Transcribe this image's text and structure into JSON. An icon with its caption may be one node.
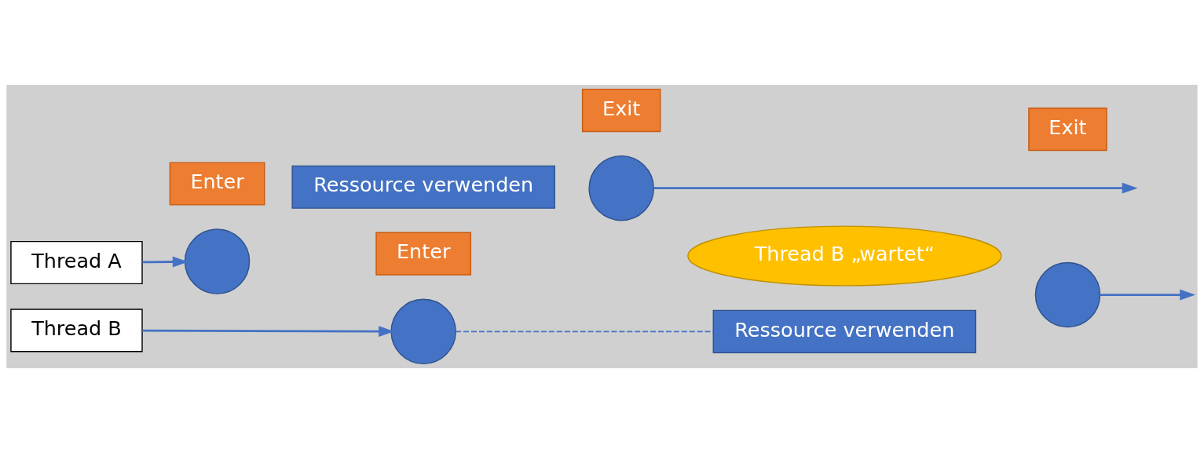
{
  "diagram": {
    "nodes": [
      {
        "text": [
          "Enter"
        ]
      },
      {
        "text": [
          "Exit"
        ]
      },
      {
        "text": [
          "Thread A"
        ]
      },
      {
        "text": [],
        "shape": "circle"
      },
      {
        "text": [
          "Ressource verwenden"
        ]
      },
      {
        "text": [],
        "shape": "circle"
      },
      {
        "text": [
          "Enter"
        ]
      },
      {
        "text": [
          "Exit"
        ]
      },
      {
        "text": [
          "Thread B"
        ]
      },
      {
        "text": [],
        "shape": "circle"
      },
      {
        "text": [
          "Ressource verwenden"
        ]
      },
      {
        "text": [],
        "shape": "circle"
      },
      {
        "text": [
          "Thread B „wartet“"
        ]
      }
    ],
    "edges": [
      {
        "from": 2,
        "to": 3,
        "arrow": "to"
      },
      {
        "from": 5,
        "to": null,
        "arrow": "to"
      },
      {
        "from": 8,
        "to": 9,
        "arrow": "to"
      },
      {
        "from": 9,
        "to": 10,
        "arrow": "none",
        "style": "dashed"
      },
      {
        "from": 11,
        "to": null,
        "arrow": "to"
      }
    ]
  }
}
